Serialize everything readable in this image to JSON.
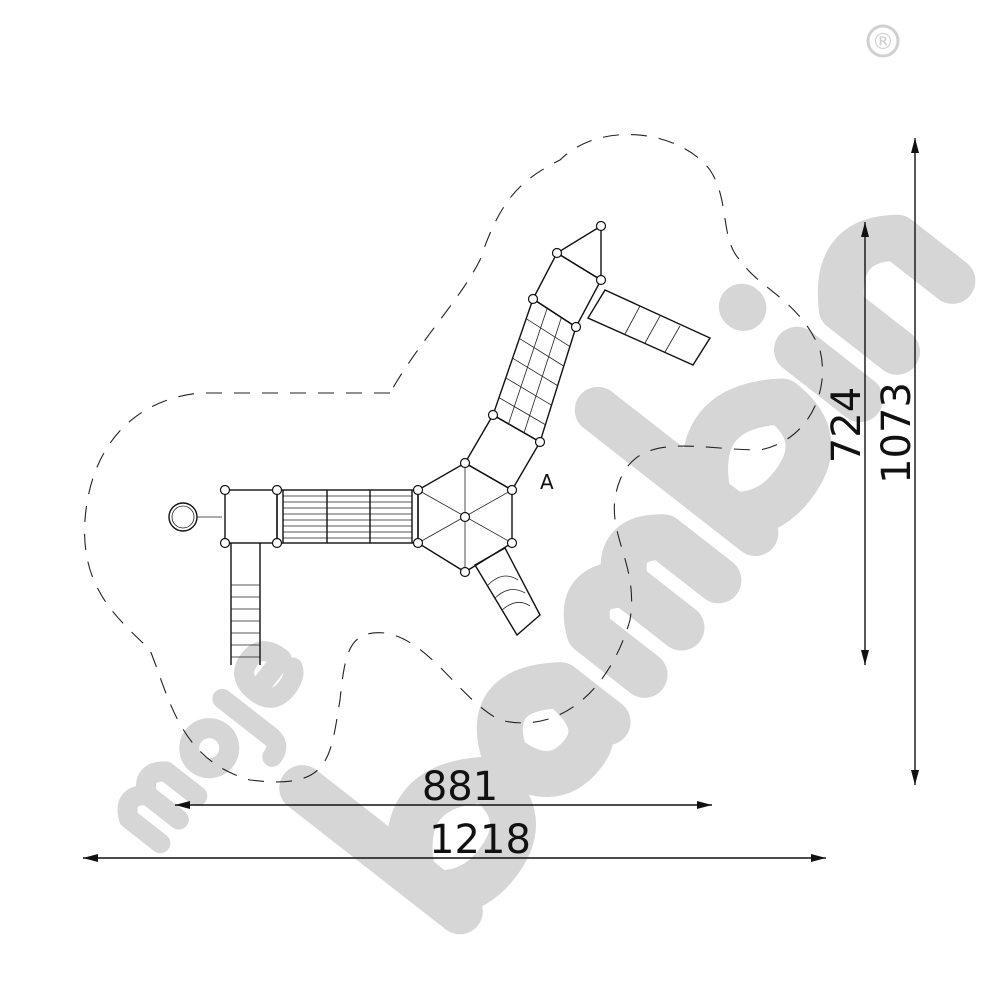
{
  "watermark": {
    "brand_line1": "moje",
    "brand_line2": "bambino",
    "registered_mark": "®",
    "color": "#d6d6d6"
  },
  "diagram": {
    "zone_label": "A",
    "dimensions": {
      "inner_width": "881",
      "outer_width": "1218",
      "inner_height": "724",
      "outer_height": "1073"
    }
  }
}
